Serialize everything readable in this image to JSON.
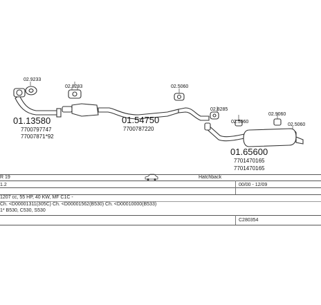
{
  "parts": [
    {
      "code": "02.9233",
      "pn": "01.13580",
      "oems": [
        "7700797747",
        "77007871*92"
      ]
    },
    {
      "code": "02.8283"
    },
    {
      "code": "",
      "pn": "01.54750",
      "oems": [
        "7700787220"
      ]
    },
    {
      "code": "02.5060"
    },
    {
      "code": "02.8285"
    },
    {
      "code": "02.5060"
    },
    {
      "code": "02.9060"
    },
    {
      "code": "02.5060"
    },
    {
      "code": "",
      "pn": "01.65600",
      "oems": [
        "7701470165",
        "7701470165"
      ]
    }
  ],
  "info": {
    "model": "R 19",
    "body_type": "Hatchback",
    "version": "1.2",
    "years": "00/00 - 12/09",
    "engine": "1207 cc, 55 HP, 40 KW, MF C1C -",
    "chassis": "Ch. <D00001311(305C) Ch. <D00001562(B530) Ch. <D00010000(B533)",
    "notes": "1* B530, C530, S530",
    "catalog_no": "C280354"
  }
}
